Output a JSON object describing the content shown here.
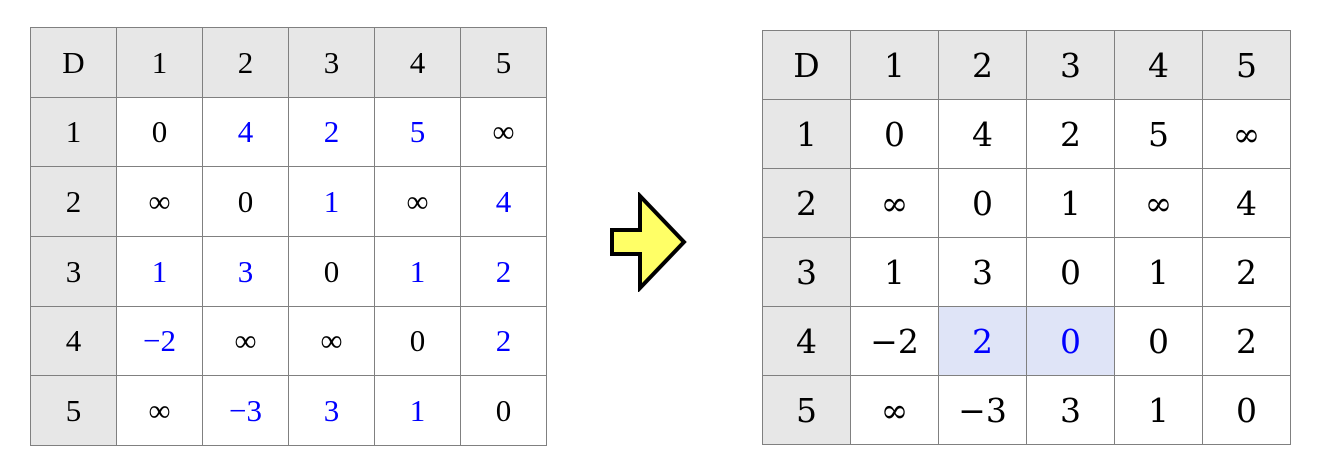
{
  "figure": {
    "type": "matrix-transformation",
    "description": "Distance matrix D before and after a relaxation step",
    "arrow": {
      "icon": "right-block-arrow-icon",
      "fill_color": "#ffff66",
      "stroke_color": "#000000",
      "direction": "right"
    },
    "colors": {
      "header_bg": "#e7e7e7",
      "row_header_bg": "#e7e7e7",
      "cell_bg": "#ffffff",
      "border": "#808080",
      "text_black": "#000000",
      "text_blue": "#0000ff",
      "highlight_bg": "#dfe4f7"
    }
  },
  "left_table": {
    "name": "matrix-before",
    "corner_label": "D",
    "column_headers": [
      "1",
      "2",
      "3",
      "4",
      "5"
    ],
    "row_headers": [
      "1",
      "2",
      "3",
      "4",
      "5"
    ],
    "rows": [
      [
        {
          "v": "0",
          "color": "black",
          "highlight": false
        },
        {
          "v": "4",
          "color": "blue",
          "highlight": false
        },
        {
          "v": "2",
          "color": "blue",
          "highlight": false
        },
        {
          "v": "5",
          "color": "blue",
          "highlight": false
        },
        {
          "v": "∞",
          "color": "black",
          "highlight": false
        }
      ],
      [
        {
          "v": "∞",
          "color": "black",
          "highlight": false
        },
        {
          "v": "0",
          "color": "black",
          "highlight": false
        },
        {
          "v": "1",
          "color": "blue",
          "highlight": false
        },
        {
          "v": "∞",
          "color": "black",
          "highlight": false
        },
        {
          "v": "4",
          "color": "blue",
          "highlight": false
        }
      ],
      [
        {
          "v": "1",
          "color": "blue",
          "highlight": false
        },
        {
          "v": "3",
          "color": "blue",
          "highlight": false
        },
        {
          "v": "0",
          "color": "black",
          "highlight": false
        },
        {
          "v": "1",
          "color": "blue",
          "highlight": false
        },
        {
          "v": "2",
          "color": "blue",
          "highlight": false
        }
      ],
      [
        {
          "v": "−2",
          "color": "blue",
          "highlight": false
        },
        {
          "v": "∞",
          "color": "black",
          "highlight": false
        },
        {
          "v": "∞",
          "color": "black",
          "highlight": false
        },
        {
          "v": "0",
          "color": "black",
          "highlight": false
        },
        {
          "v": "2",
          "color": "blue",
          "highlight": false
        }
      ],
      [
        {
          "v": "∞",
          "color": "black",
          "highlight": false
        },
        {
          "v": "−3",
          "color": "blue",
          "highlight": false
        },
        {
          "v": "3",
          "color": "blue",
          "highlight": false
        },
        {
          "v": "1",
          "color": "blue",
          "highlight": false
        },
        {
          "v": "0",
          "color": "black",
          "highlight": false
        }
      ]
    ]
  },
  "right_table": {
    "name": "matrix-after",
    "corner_label": "D",
    "column_headers": [
      "1",
      "2",
      "3",
      "4",
      "5"
    ],
    "row_headers": [
      "1",
      "2",
      "3",
      "4",
      "5"
    ],
    "rows": [
      [
        {
          "v": "0",
          "color": "black",
          "highlight": false
        },
        {
          "v": "4",
          "color": "black",
          "highlight": false
        },
        {
          "v": "2",
          "color": "black",
          "highlight": false
        },
        {
          "v": "5",
          "color": "black",
          "highlight": false
        },
        {
          "v": "∞",
          "color": "black",
          "highlight": false
        }
      ],
      [
        {
          "v": "∞",
          "color": "black",
          "highlight": false
        },
        {
          "v": "0",
          "color": "black",
          "highlight": false
        },
        {
          "v": "1",
          "color": "black",
          "highlight": false
        },
        {
          "v": "∞",
          "color": "black",
          "highlight": false
        },
        {
          "v": "4",
          "color": "black",
          "highlight": false
        }
      ],
      [
        {
          "v": "1",
          "color": "black",
          "highlight": false
        },
        {
          "v": "3",
          "color": "black",
          "highlight": false
        },
        {
          "v": "0",
          "color": "black",
          "highlight": false
        },
        {
          "v": "1",
          "color": "black",
          "highlight": false
        },
        {
          "v": "2",
          "color": "black",
          "highlight": false
        }
      ],
      [
        {
          "v": "−2",
          "color": "black",
          "highlight": false
        },
        {
          "v": "2",
          "color": "blue",
          "highlight": true
        },
        {
          "v": "0",
          "color": "blue",
          "highlight": true
        },
        {
          "v": "0",
          "color": "black",
          "highlight": false
        },
        {
          "v": "2",
          "color": "black",
          "highlight": false
        }
      ],
      [
        {
          "v": "∞",
          "color": "black",
          "highlight": false
        },
        {
          "v": "−3",
          "color": "black",
          "highlight": false
        },
        {
          "v": "3",
          "color": "black",
          "highlight": false
        },
        {
          "v": "1",
          "color": "black",
          "highlight": false
        },
        {
          "v": "0",
          "color": "black",
          "highlight": false
        }
      ]
    ]
  }
}
